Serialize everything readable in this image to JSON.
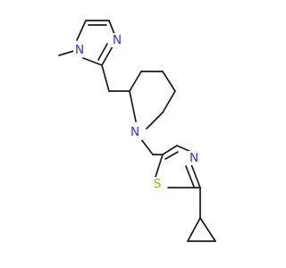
{
  "molecule": {
    "atoms": {
      "n_methyl_imidazole": {
        "symbol": "N",
        "color": "#2f2fe6"
      },
      "n_imidazole": {
        "symbol": "N",
        "color": "#2f2fe6"
      },
      "n_piperidine": {
        "symbol": "N",
        "color": "#2f2fe6"
      },
      "s_thiazole": {
        "symbol": "S",
        "color": "#b8a400"
      },
      "n_thiazole": {
        "symbol": "N",
        "color": "#2f2fe6"
      }
    },
    "bond_color": "#1a1a1a"
  }
}
